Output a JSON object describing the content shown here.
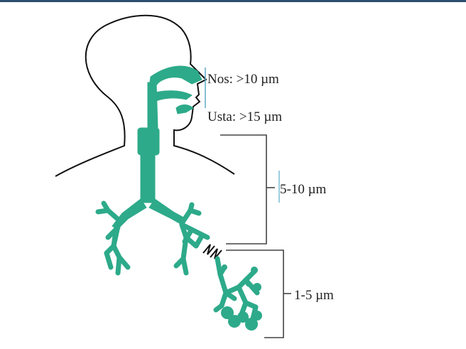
{
  "labels": {
    "nose": "Nos: >10 µm",
    "mouth": "Usta: >15 µm",
    "bronchi": "5-10 µm",
    "alveoli": "1-5 µm"
  },
  "colors": {
    "airway": "#2daa8a",
    "outline": "#111111",
    "bracket": "#444444",
    "top_rule": "#2c4f70"
  }
}
